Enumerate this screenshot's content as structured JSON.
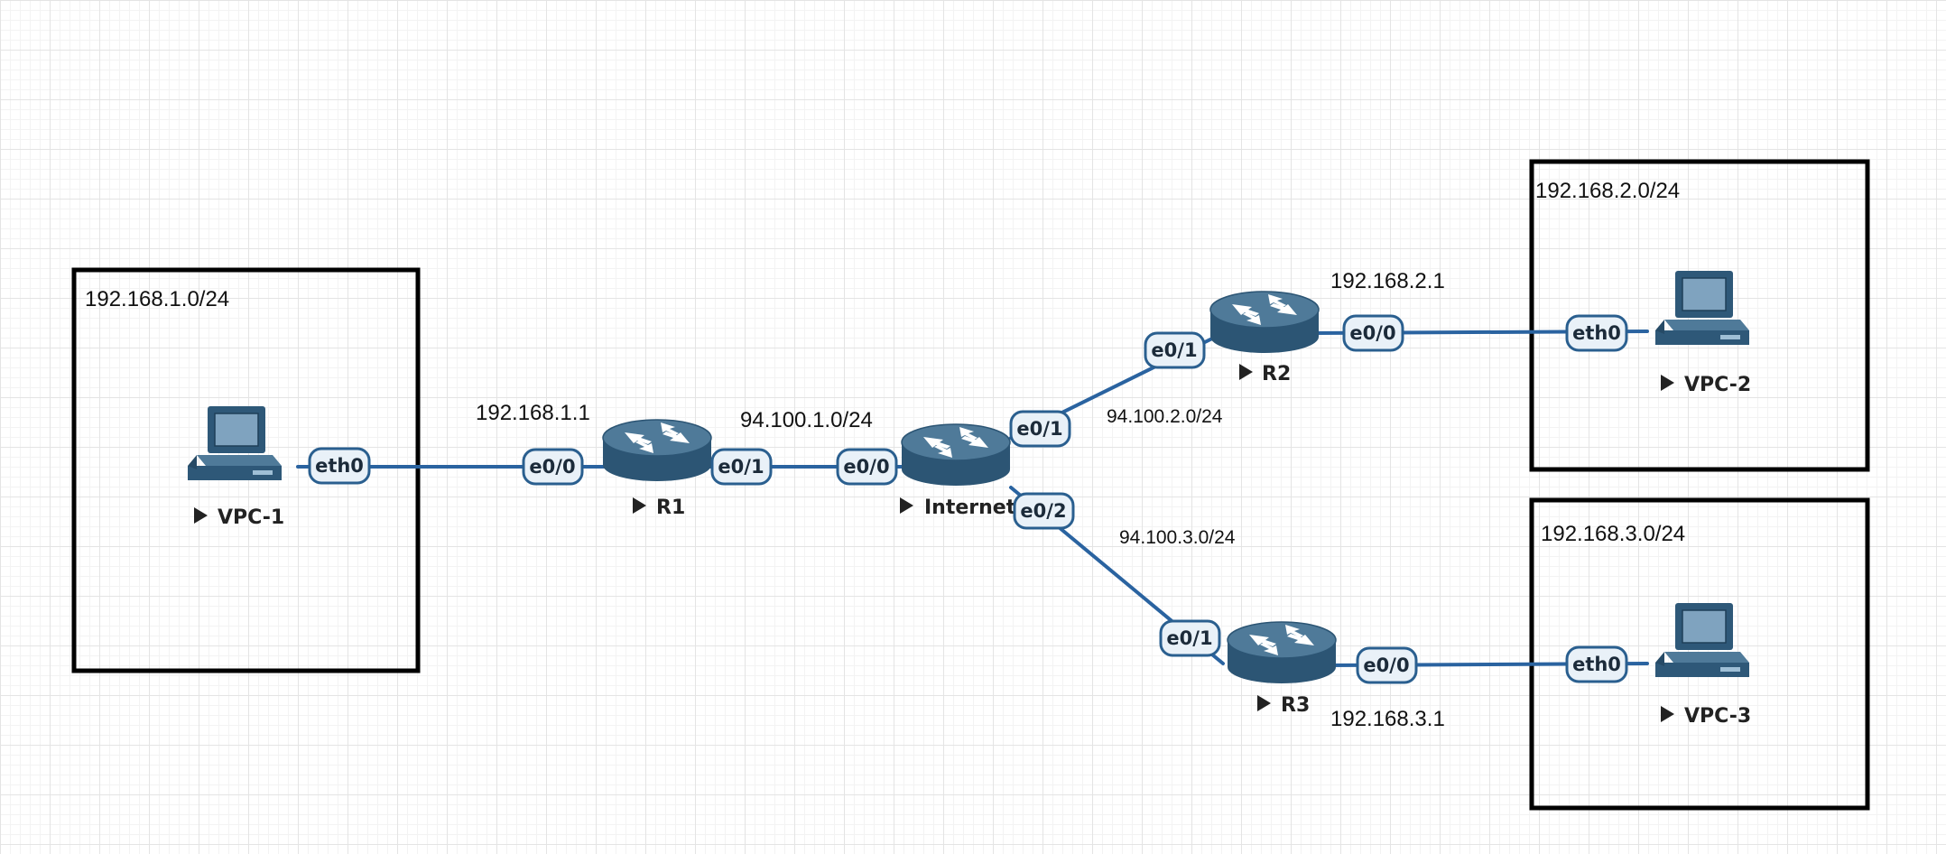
{
  "subnets": {
    "lan1": "192.168.1.0/24",
    "lan2": "192.168.2.0/24",
    "lan3": "192.168.3.0/24"
  },
  "addresses": {
    "r1_lan": "192.168.1.1",
    "r1_wan": "94.100.1.0/24",
    "r2_wan": "94.100.2.0/24",
    "r2_lan": "192.168.2.1",
    "r3_wan": "94.100.3.0/24",
    "r3_lan": "192.168.3.1"
  },
  "nodes": {
    "vpc1": "VPC-1",
    "vpc2": "VPC-2",
    "vpc3": "VPC-3",
    "r1": "R1",
    "r2": "R2",
    "r3": "R3",
    "internet": "Internet"
  },
  "ports": {
    "vpc1_eth0": "eth0",
    "r1_e00": "e0/0",
    "r1_e01": "e0/1",
    "inet_e00": "e0/0",
    "inet_e01": "e0/1",
    "inet_e02": "e0/2",
    "r2_e01": "e0/1",
    "r2_e00": "e0/0",
    "vpc2_eth0": "eth0",
    "r3_e01": "e0/1",
    "r3_e00": "e0/0",
    "vpc3_eth0": "eth0"
  },
  "colors": {
    "link": "#2a63a0",
    "device": "#2e5878",
    "port_fill": "#e9f1f8"
  },
  "icons": {
    "router": "router-icon",
    "pc": "pc-icon"
  }
}
